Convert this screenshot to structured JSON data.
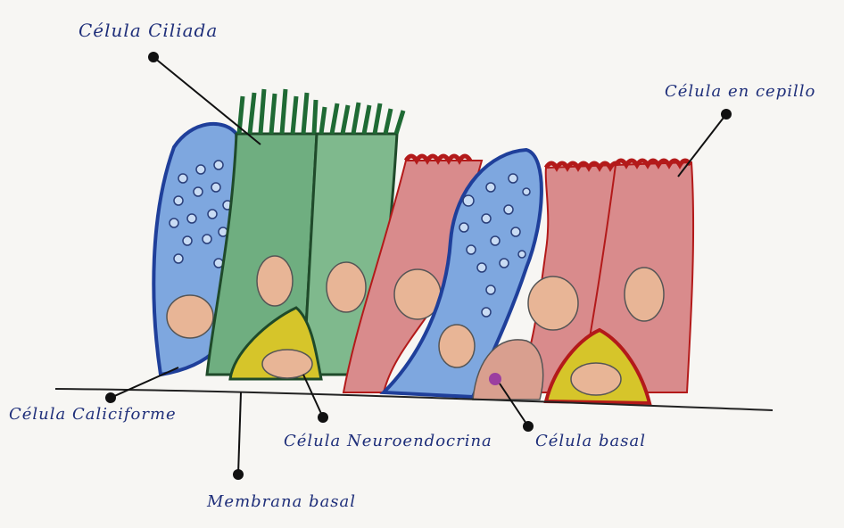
{
  "labels": {
    "ciliated_cell": "Célula Ciliada",
    "brush_cell": "Célula en cepillo",
    "goblet_cell": "Célula Caliciforme",
    "neuroendocrine_cell": "Célula Neuroendocrina",
    "basal_cell": "Célula basal",
    "basement_membrane": "Membrana basal"
  },
  "colors": {
    "goblet": "#7ea7df",
    "ciliated": "#6fae80",
    "cilia": "#1f6a34",
    "brush": "#d98b8c",
    "brush_border": "#b31a1a",
    "neuroendocrine": "#d6c52a",
    "nucleus": "#e8b596",
    "ink": "#1f2f7a"
  }
}
